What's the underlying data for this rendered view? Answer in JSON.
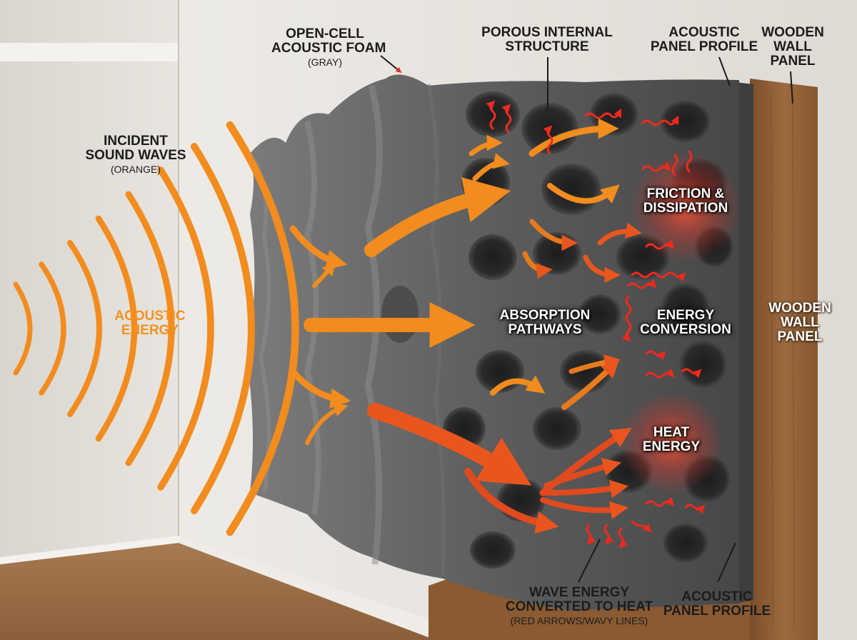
{
  "labels": {
    "incident": {
      "line1": "INCIDENT",
      "line2": "SOUND WAVES",
      "note": "(ORANGE)"
    },
    "acoustic_energy": {
      "line1": "ACOUSTIC",
      "line2": "ENERGY"
    },
    "foam": {
      "line1": "OPEN-CELL",
      "line2": "ACOUSTIC FOAM",
      "note": "(GRAY)"
    },
    "porous": {
      "line1": "POROUS INTERNAL",
      "line2": "STRUCTURE"
    },
    "panel_profile_top": {
      "line1": "ACOUSTIC",
      "line2": "PANEL PROFILE"
    },
    "wooden_top": {
      "line1": "WOODEN",
      "line2": "WALL",
      "line3": "PANEL"
    },
    "friction": {
      "line1": "FRICTION &",
      "line2": "DISSIPATION"
    },
    "absorption": {
      "line1": "ABSORPTION",
      "line2": "PATHWAYS"
    },
    "conversion": {
      "line1": "ENERGY",
      "line2": "CONVERSION"
    },
    "wooden_side": {
      "line1": "WOODEN",
      "line2": "WALL",
      "line3": "PANEL"
    },
    "heat": {
      "line1": "HEAT",
      "line2": "ENERGY"
    },
    "wave_heat": {
      "line1": "WAVE ENERGY",
      "line2": "CONVERTED TO HEAT",
      "note": "(RED ARROWS/WAVY LINES)"
    },
    "panel_profile_bottom": {
      "line1": "ACOUSTIC",
      "line2": "PANEL PROFILE"
    }
  },
  "colors": {
    "wave_orange": "#f28c1e",
    "heat_red": "#e8281c",
    "foam_gray": "#5b5b5b",
    "wood": "#8a5a33"
  }
}
